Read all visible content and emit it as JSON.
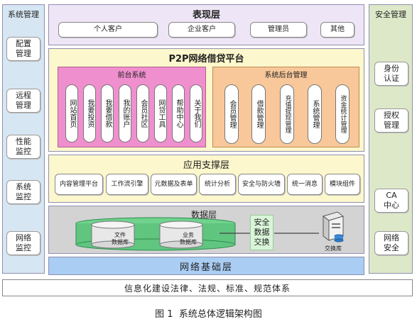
{
  "left_column": {
    "title": "系统管理",
    "items": [
      {
        "label": "配置\n管理"
      },
      {
        "label": "远程\n管理"
      },
      {
        "label": "性能\n监控"
      },
      {
        "label": "系统\n监控"
      },
      {
        "label": "网络\n监控"
      }
    ]
  },
  "right_column": {
    "title": "安全管理",
    "items": [
      {
        "label": "身份\n认证"
      },
      {
        "label": "授权\n管理"
      },
      {
        "label": "CA\n中心"
      },
      {
        "label": "网络\n安全"
      }
    ]
  },
  "presentation_layer": {
    "title": "表现层",
    "items": [
      "个人客户",
      "企业客户",
      "管理员",
      "其他"
    ]
  },
  "platform": {
    "title": "P2P网络借贷平台",
    "frontend": {
      "title": "前台系统",
      "items": [
        "网站首页",
        "我要投资",
        "我要借款",
        "我的账户",
        "会员社区",
        "网贷工具",
        "帮助中心",
        "关于我们"
      ]
    },
    "backend": {
      "title": "系统后台管理",
      "items": [
        "会员管理",
        "借款管理",
        "充值提现管理",
        "系统管理",
        "资金统计管理"
      ]
    }
  },
  "app_support_layer": {
    "title": "应用支撑层",
    "items": [
      "内容管理平台",
      "工作流引擎",
      "元数据及表单",
      "统计分析",
      "安全与防火墙",
      "统一消息",
      "模块组件"
    ]
  },
  "data_layer": {
    "title": "数据层",
    "databases": [
      "文件\n数据库",
      "业务\n数据库"
    ],
    "exchange": "安全\n数据\n交换",
    "exchange_db": "交换库"
  },
  "network_layer": {
    "title": "网络基础层"
  },
  "bottom_bar": {
    "label": "信息化建设法律、法规、标准、规范体系"
  },
  "caption": "图 1  系统总体逻辑架构图",
  "colors": {
    "side_panel": "#dde8c8",
    "side_left": "#d6e6f2",
    "presentation": "#eee6f6",
    "platform": "#fcf7cc",
    "frontend": "#f08fce",
    "backend": "#f8c89a",
    "app_support": "#fcf7cc",
    "data_layer": "#d3d3d3",
    "database": "#60c57f",
    "network": "#a9cdf3"
  }
}
